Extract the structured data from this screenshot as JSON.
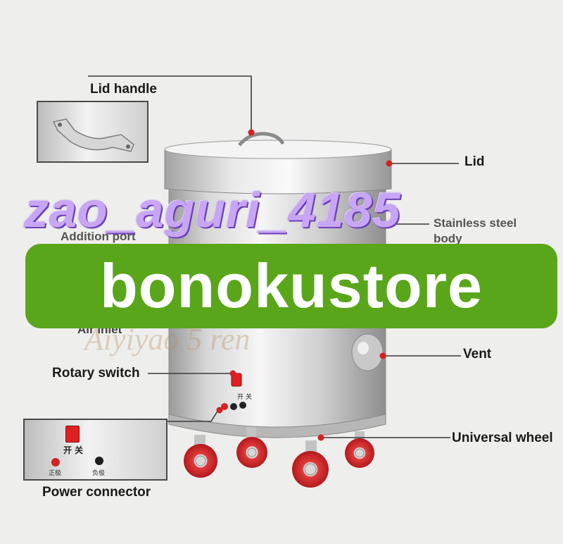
{
  "callouts": {
    "lid_handle": "Lid handle",
    "lid": "Lid",
    "stainless_body": "Stainless steel body",
    "addition_port": "Addition port",
    "air_inlet": "Air inlet",
    "vent": "Vent",
    "rotary_switch": "Rotary switch",
    "universal_wheel": "Universal wheel",
    "power_connector": "Power connector"
  },
  "panel_text": {
    "switch_label": "开 关",
    "forward": "正极",
    "negative": "负极"
  },
  "watermarks": {
    "top": "zao_aguri_4185",
    "banner": "bonokustore",
    "faint": "Aiyiyao 5 ren"
  },
  "colors": {
    "banner_green": "#5aa61a",
    "watermark_purple": "#c8a6f5",
    "callout_dot": "#d42020",
    "wheel_red": "#d8262a",
    "steel_light": "#f1f1f1",
    "steel_dark": "#9a9a9a"
  }
}
